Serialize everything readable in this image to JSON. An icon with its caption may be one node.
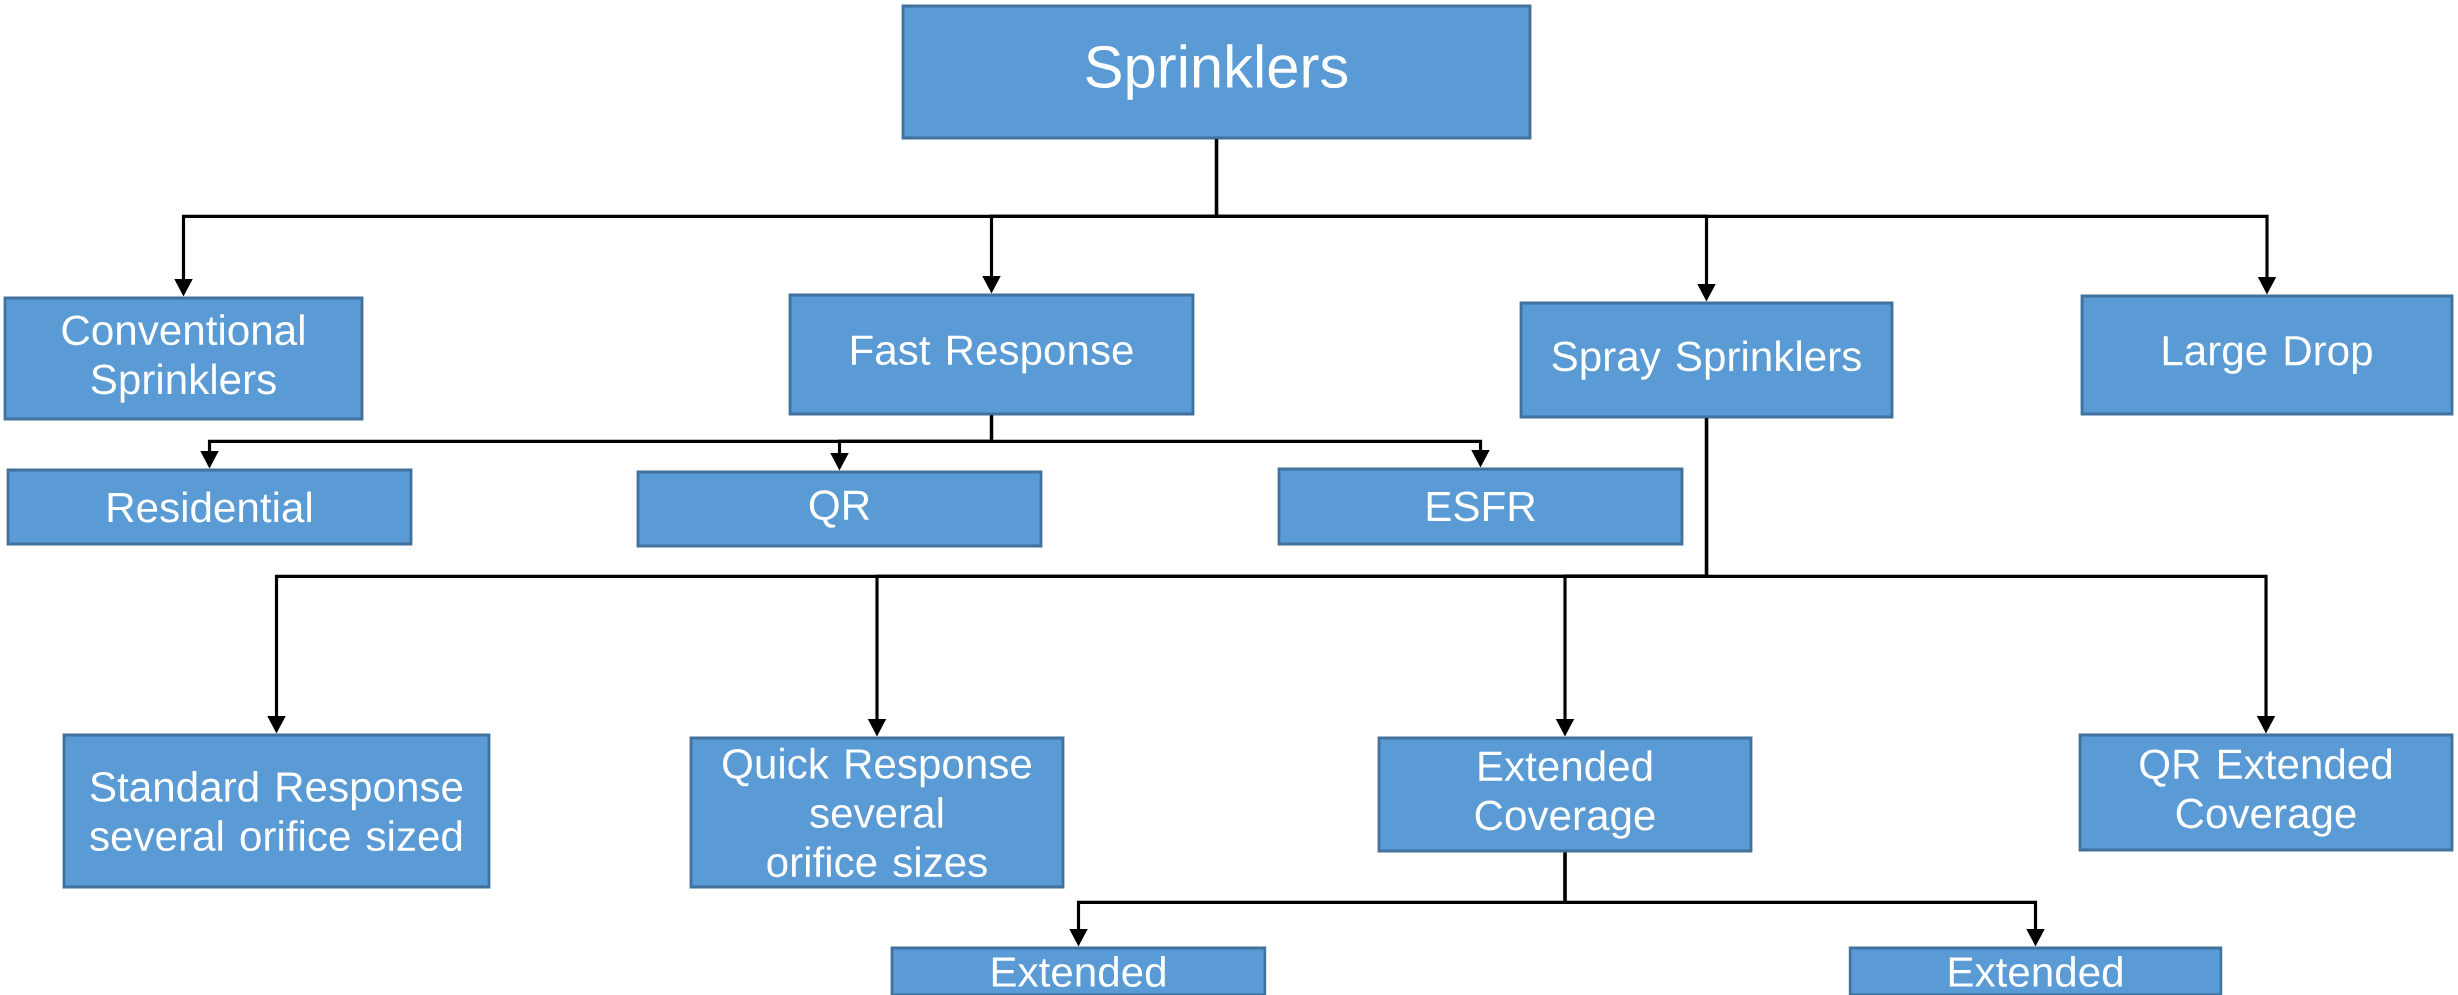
{
  "diagram": {
    "nodes": [
      {
        "text": [
          "Sprinklers"
        ]
      },
      {
        "text": [
          "Conventional Sprinklers"
        ]
      },
      {
        "text": [
          "Fast Response"
        ]
      },
      {
        "text": [
          "Spray Sprinklers"
        ]
      },
      {
        "text": [
          "Large Drop"
        ]
      },
      {
        "text": [
          "Residential"
        ]
      },
      {
        "text": [
          "QR"
        ]
      },
      {
        "text": [
          "ESFR"
        ]
      },
      {
        "text": [
          "Standard Response several orifice sized"
        ]
      },
      {
        "text": [
          "Quick Response several orifice sizes"
        ]
      },
      {
        "text": [
          "Extended Coverage"
        ]
      },
      {
        "text": [
          "QR Extended Coverage"
        ]
      },
      {
        "text": [
          "Extended"
        ]
      },
      {
        "text": [
          "Extended"
        ]
      }
    ],
    "edges": [
      {
        "from": 0,
        "to": 1,
        "arrow": "to"
      },
      {
        "from": 0,
        "to": 2,
        "arrow": "to"
      },
      {
        "from": 0,
        "to": 3,
        "arrow": "to"
      },
      {
        "from": 0,
        "to": 4,
        "arrow": "to"
      },
      {
        "from": 2,
        "to": 5,
        "arrow": "to"
      },
      {
        "from": 2,
        "to": 6,
        "arrow": "to"
      },
      {
        "from": 2,
        "to": 7,
        "arrow": "to"
      },
      {
        "from": 3,
        "to": 8,
        "arrow": "to"
      },
      {
        "from": 3,
        "to": 9,
        "arrow": "to"
      },
      {
        "from": 3,
        "to": 10,
        "arrow": "to"
      },
      {
        "from": 3,
        "to": 11,
        "arrow": "to"
      },
      {
        "from": 10,
        "to": 12,
        "arrow": "to"
      },
      {
        "from": 10,
        "to": 13,
        "arrow": "to"
      }
    ]
  }
}
